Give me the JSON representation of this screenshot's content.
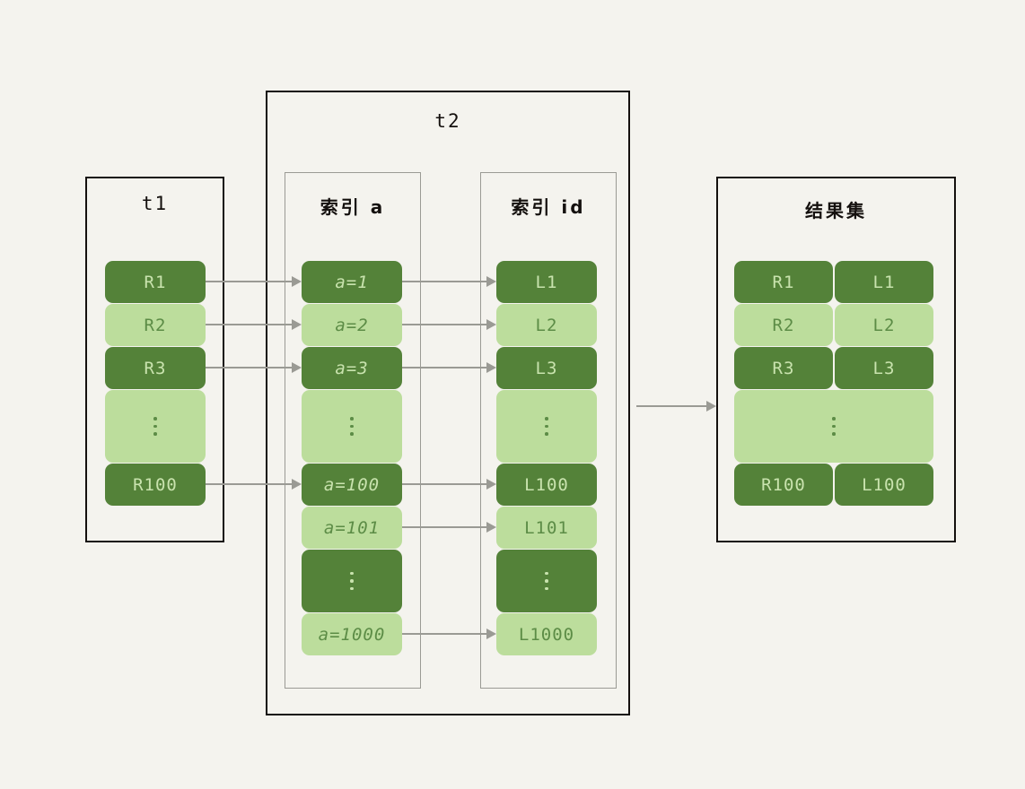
{
  "diagram": {
    "background_color": "#f4f3ee",
    "dark_green": "#548239",
    "light_green": "#bcdd9c",
    "connector_color": "#9a9a94",
    "border_color": "#14100e"
  },
  "t1": {
    "title": "t1",
    "rows": [
      {
        "label": "R1",
        "shade": "dark"
      },
      {
        "label": "R2",
        "shade": "light"
      },
      {
        "label": "R3",
        "shade": "dark"
      },
      {
        "label": "",
        "shade": "light",
        "ellipsis": true
      },
      {
        "label": "R100",
        "shade": "dark"
      }
    ]
  },
  "t2": {
    "title": "t2",
    "index_a": {
      "title": "索引 a",
      "rows": [
        {
          "label": "a=1",
          "shade": "dark"
        },
        {
          "label": "a=2",
          "shade": "light"
        },
        {
          "label": "a=3",
          "shade": "dark"
        },
        {
          "label": "",
          "shade": "light",
          "ellipsis": true
        },
        {
          "label": "a=100",
          "shade": "dark"
        },
        {
          "label": "a=101",
          "shade": "light"
        },
        {
          "label": "",
          "shade": "dark",
          "ellipsis": true
        },
        {
          "label": "a=1000",
          "shade": "light"
        }
      ]
    },
    "index_id": {
      "title": "索引 id",
      "rows": [
        {
          "label": "L1",
          "shade": "dark"
        },
        {
          "label": "L2",
          "shade": "light"
        },
        {
          "label": "L3",
          "shade": "dark"
        },
        {
          "label": "",
          "shade": "light",
          "ellipsis": true
        },
        {
          "label": "L100",
          "shade": "dark"
        },
        {
          "label": "L101",
          "shade": "light"
        },
        {
          "label": "",
          "shade": "dark",
          "ellipsis": true
        },
        {
          "label": "L1000",
          "shade": "light"
        }
      ]
    }
  },
  "result_set": {
    "title": "结果集",
    "rows": [
      {
        "left": "R1",
        "right": "L1",
        "shade": "dark"
      },
      {
        "left": "R2",
        "right": "L2",
        "shade": "light"
      },
      {
        "left": "R3",
        "right": "L3",
        "shade": "dark"
      },
      {
        "left": "",
        "right": "",
        "shade": "light",
        "ellipsis": true
      },
      {
        "left": "R100",
        "right": "L100",
        "shade": "dark"
      }
    ]
  }
}
